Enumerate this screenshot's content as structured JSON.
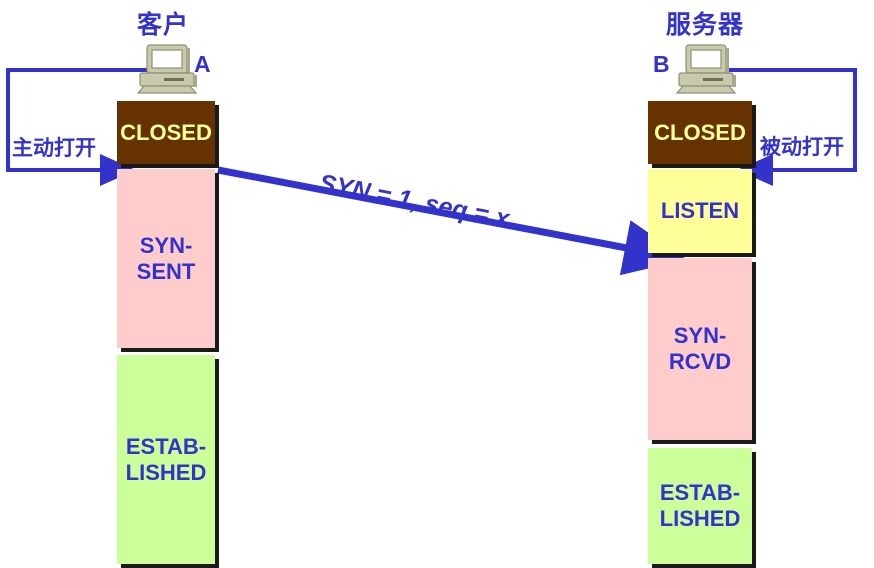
{
  "diagram": {
    "title": "TCP three-way handshake (first segment)",
    "colors": {
      "line": "#3333cc",
      "text": "#3333cc",
      "closed_bg": "#663300",
      "closed_text": "#ffff99",
      "listen_bg": "#ffff99",
      "syn_bg": "#ffcccc",
      "established_bg": "#ccff99",
      "shadow": "#1a1a1a"
    }
  },
  "client": {
    "title": "客户",
    "letter": "A",
    "computer_icon": "desktop-computer-icon",
    "open_label": "主动打开",
    "states": [
      {
        "name": "CLOSED",
        "lines": [
          "CLOSED"
        ],
        "style": "closed"
      },
      {
        "name": "SYN-SENT",
        "lines": [
          "SYN-",
          "SENT"
        ],
        "style": "syn"
      },
      {
        "name": "ESTABLISHED",
        "lines": [
          "ESTAB-",
          "LISHED"
        ],
        "style": "estab"
      }
    ]
  },
  "server": {
    "title": "服务器",
    "letter": "B",
    "computer_icon": "desktop-computer-icon",
    "open_label": "被动打开",
    "states": [
      {
        "name": "CLOSED",
        "lines": [
          "CLOSED"
        ],
        "style": "closed"
      },
      {
        "name": "LISTEN",
        "lines": [
          "LISTEN"
        ],
        "style": "listen"
      },
      {
        "name": "SYN-RCVD",
        "lines": [
          "SYN-",
          "RCVD"
        ],
        "style": "syn"
      },
      {
        "name": "ESTABLISHED",
        "lines": [
          "ESTAB-",
          "LISHED"
        ],
        "style": "estab"
      }
    ]
  },
  "segment": {
    "label": "SYN = 1, seq = x",
    "direction": "client-to-server"
  }
}
